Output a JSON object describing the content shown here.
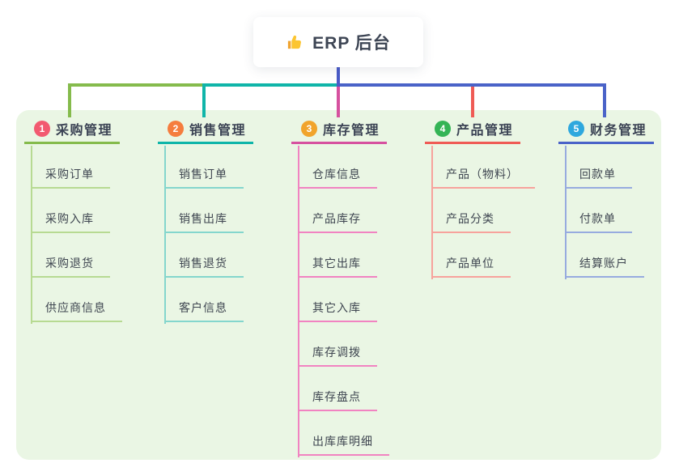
{
  "root": {
    "title": "ERP 后台",
    "icon": "thumbs-up-icon"
  },
  "palette": {
    "page_bg": "#ffffff",
    "canvas_bg": "#eaf6e4",
    "root_card_bg": "#ffffff",
    "root_text": "#3d4554",
    "root_connector": "#4a5bc8",
    "thumb_yellow": "#fcc531"
  },
  "branches": [
    {
      "number": "1",
      "label": "采购管理",
      "badge_color": "#f25a70",
      "line_color": "#85bb4c",
      "child_line_color": "#b7da92",
      "children": [
        "采购订单",
        "采购入库",
        "采购退货",
        "供应商信息"
      ]
    },
    {
      "number": "2",
      "label": "销售管理",
      "badge_color": "#f57d3e",
      "line_color": "#0fb5a9",
      "child_line_color": "#84d6cd",
      "children": [
        "销售订单",
        "销售出库",
        "销售退货",
        "客户信息"
      ]
    },
    {
      "number": "3",
      "label": "库存管理",
      "badge_color": "#f1a42b",
      "line_color": "#d6519f",
      "child_line_color": "#f183c1",
      "children": [
        "仓库信息",
        "产品库存",
        "其它出库",
        "其它入库",
        "库存调拨",
        "库存盘点",
        "出库库明细"
      ]
    },
    {
      "number": "4",
      "label": "产品管理",
      "badge_color": "#34b455",
      "line_color": "#ef5b55",
      "child_line_color": "#f7a29c",
      "children": [
        "产品（物料）",
        "产品分类",
        "产品单位"
      ]
    },
    {
      "number": "5",
      "label": "财务管理",
      "badge_color": "#2ea8de",
      "line_color": "#4a63c8",
      "child_line_color": "#97abdf",
      "children": [
        "回款单",
        "付款单",
        "结算账户"
      ]
    }
  ]
}
